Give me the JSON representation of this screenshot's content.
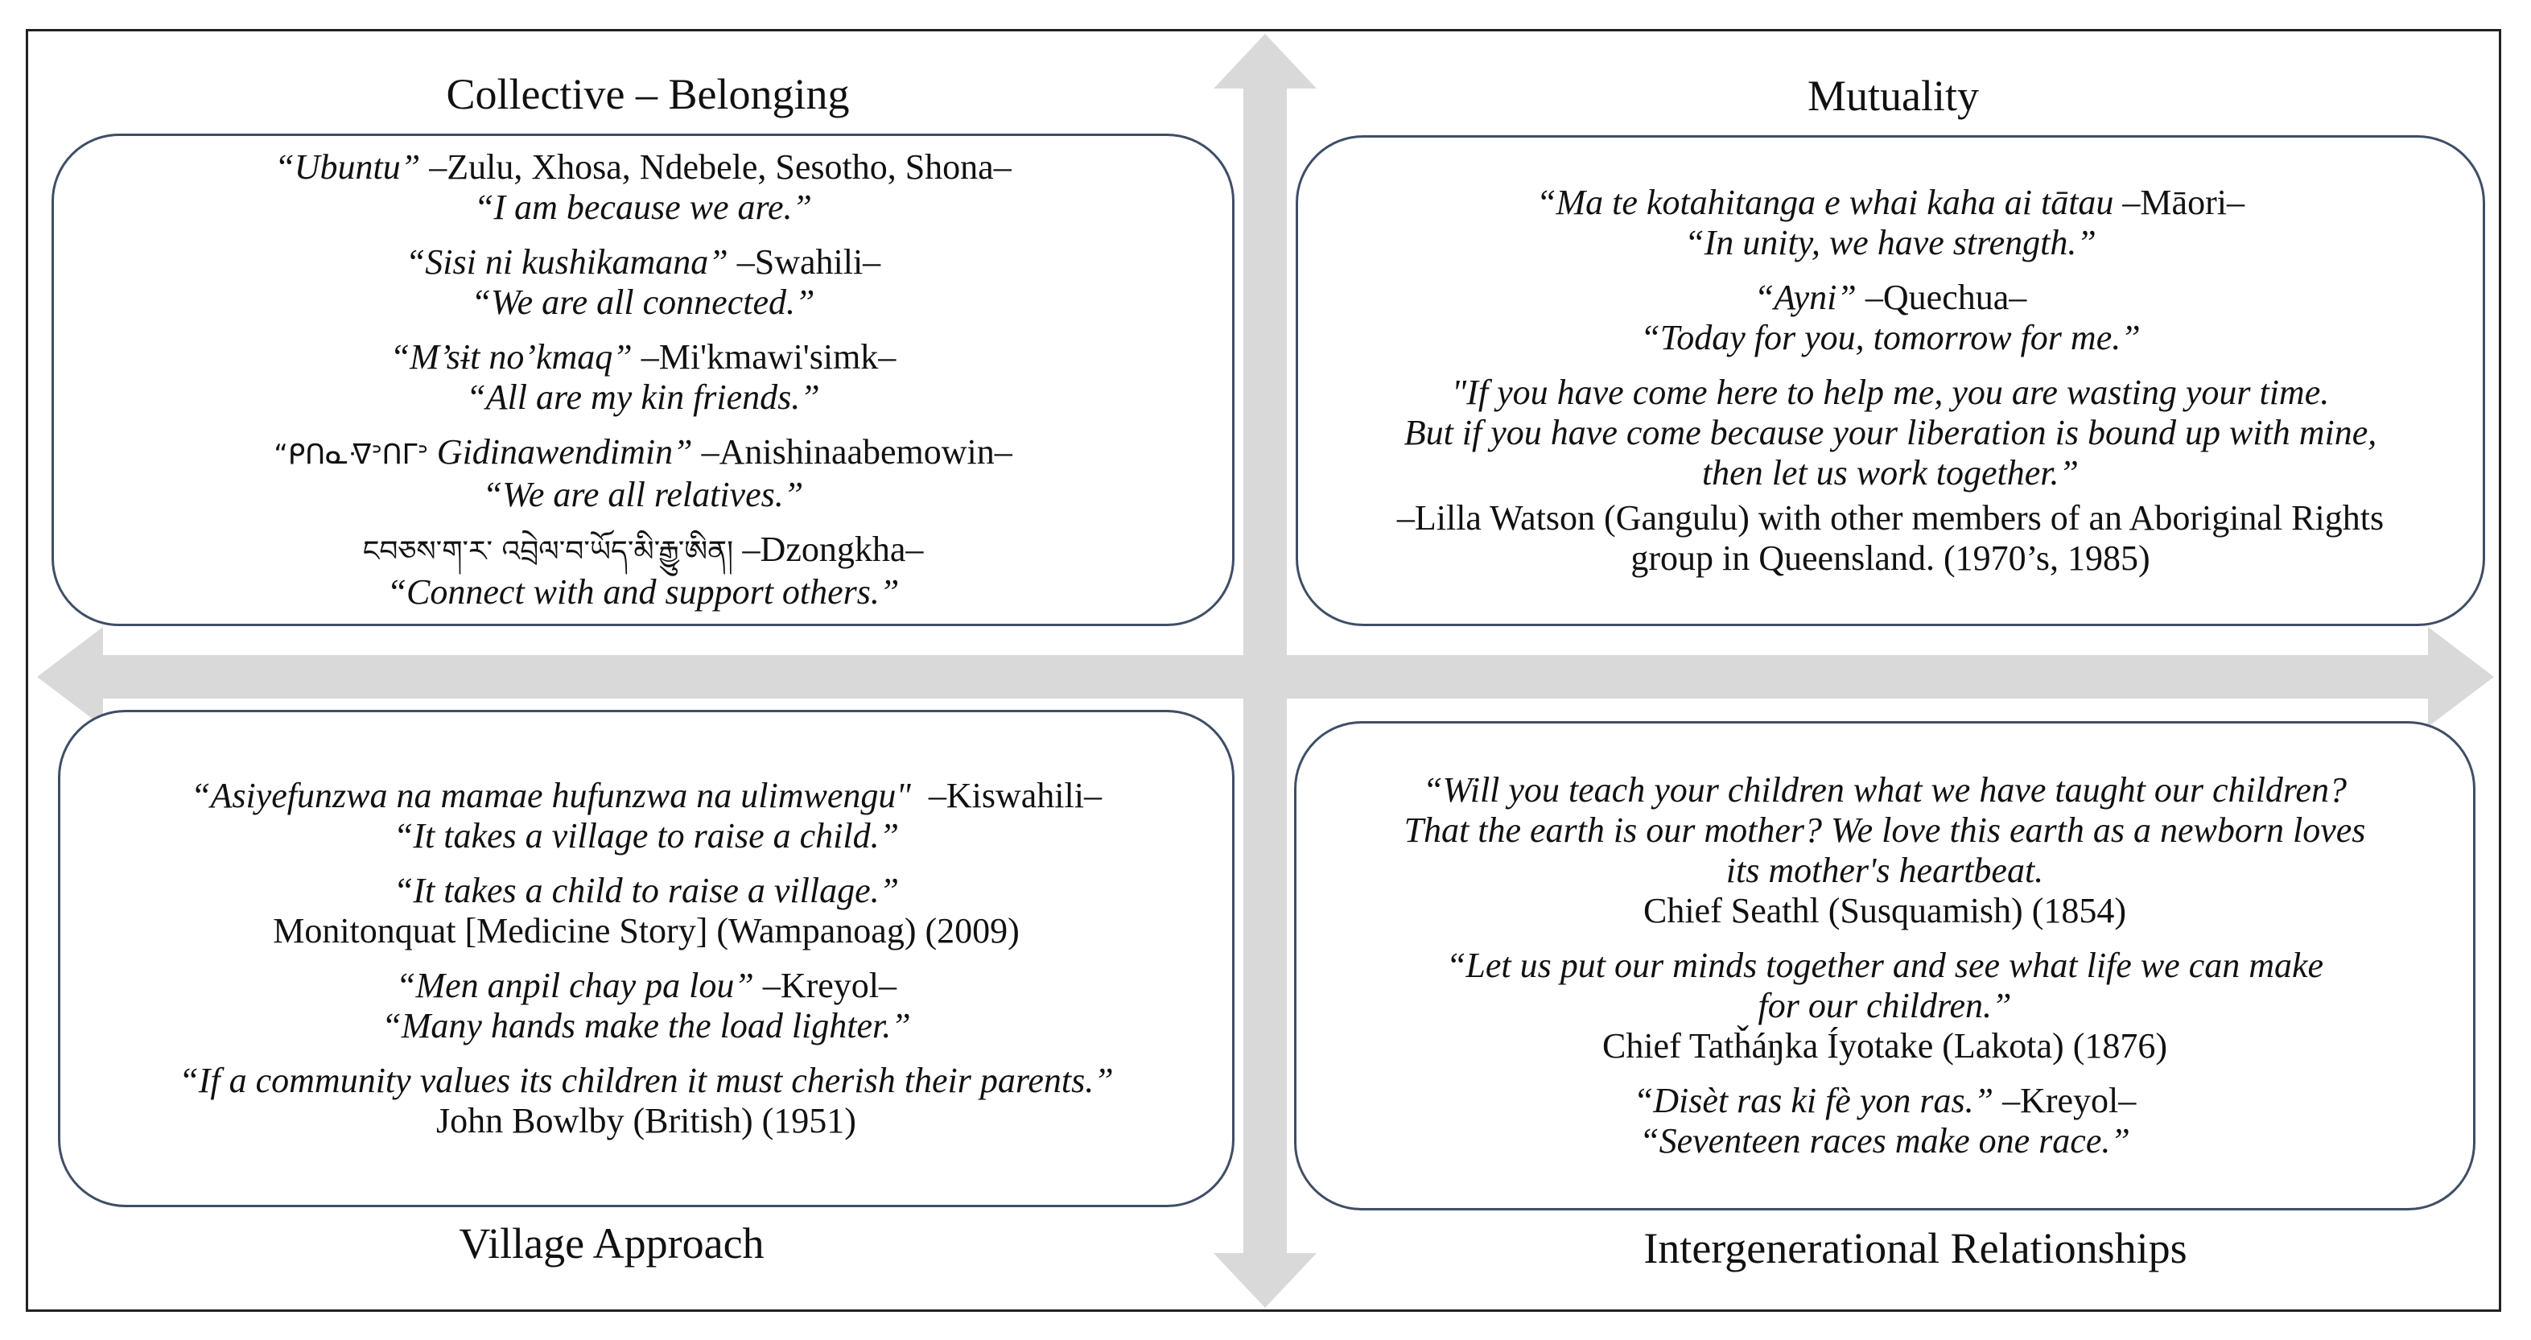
{
  "quadrants": {
    "top_left": {
      "title": "Collective – Belonging",
      "entries": [
        {
          "p1": "“Ubuntu”",
          "p2": " –Zulu, Xhosa, Ndebele, Sesotho, Shona–",
          "p3": "“I am because we are.”"
        },
        {
          "p1": "“Sisi ni kushikamana”",
          "p2": " –Swahili–",
          "p3": "“We are all connected.”"
        },
        {
          "p1": "“M’sɨt no’kmaq”",
          "p2": " –Mi'kmawi'simk–",
          "p3": "“All are my kin friends.”"
        },
        {
          "p0": "“ᑭᑎᓇᐌᐣᑎᒥᐣ ",
          "p1": "Gidinawendimin”",
          "p2": " –Anishinaabemowin–",
          "p3": "“We are all relatives.”"
        },
        {
          "p0": "ངབཅས་ག་ར་ འབྲེལ་བ་ཡོད་མི་རྒྱུ་ཨིན། ",
          "p2": "–Dzongkha–",
          "p3": "“Connect with and support others.”"
        }
      ]
    },
    "top_right": {
      "title": "Mutuality",
      "entries": [
        {
          "p1": "“Ma te kotahitanga e whai kaha ai tātau",
          "p2": " –Māori–",
          "p3": "“In unity, we have strength.”"
        },
        {
          "p1": "“Ayni”",
          "p2": " –Quechua–",
          "p3": "“Today for you, tomorrow for me.”"
        },
        {
          "q1": "\"If you have come here to help me, you are wasting your time.",
          "q2": "But if you have come because your liberation is bound up with mine,",
          "q3": "then let us work together.”",
          "a1": "–Lilla Watson (Gangulu) with other members of an Aboriginal Rights",
          "a2": "group in Queensland. (1970’s, 1985)"
        }
      ]
    },
    "bottom_left": {
      "title": "Village Approach",
      "entries": [
        {
          "p1": "“Asiyefunzwa na mamae hufunzwa na ulimwengu\"",
          "p2": "  –Kiswahili–",
          "p3": "“It takes a village to raise a child.”"
        },
        {
          "q1": "“It takes a child to raise a village.”",
          "a1": "Monitonquat [Medicine Story] (Wampanoag) (2009)"
        },
        {
          "p1": "“Men anpil chay pa lou”",
          "p2": " –Kreyol–",
          "p3": "“Many hands make the load lighter.”"
        },
        {
          "q1": "“If a community values its children it must cherish their parents.”",
          "a1": "John Bowlby (British) (1951)"
        }
      ]
    },
    "bottom_right": {
      "title": "Intergenerational Relationships",
      "entries": [
        {
          "q1": "“Will you teach your children what we have taught our children?",
          "q2": "That the earth is our mother? We love this earth as a newborn loves",
          "q3": "its mother's heartbeat.",
          "a1": "Chief Seathl (Susquamish) (1854)"
        },
        {
          "q1": "“Let us put our minds together and see what life we can make",
          "q2": "for our children.”",
          "a1": "Chief Tatȟáŋka Íyotake (Lakota) (1876)"
        },
        {
          "p1": "“Disèt ras ki fè yon ras.”",
          "p2": " –Kreyol–",
          "p3": "“Seventeen races make one race.”"
        }
      ]
    }
  },
  "colors": {
    "arrow": "#d9d9d9",
    "box_border": "#3f4e66",
    "frame": "#222222"
  }
}
